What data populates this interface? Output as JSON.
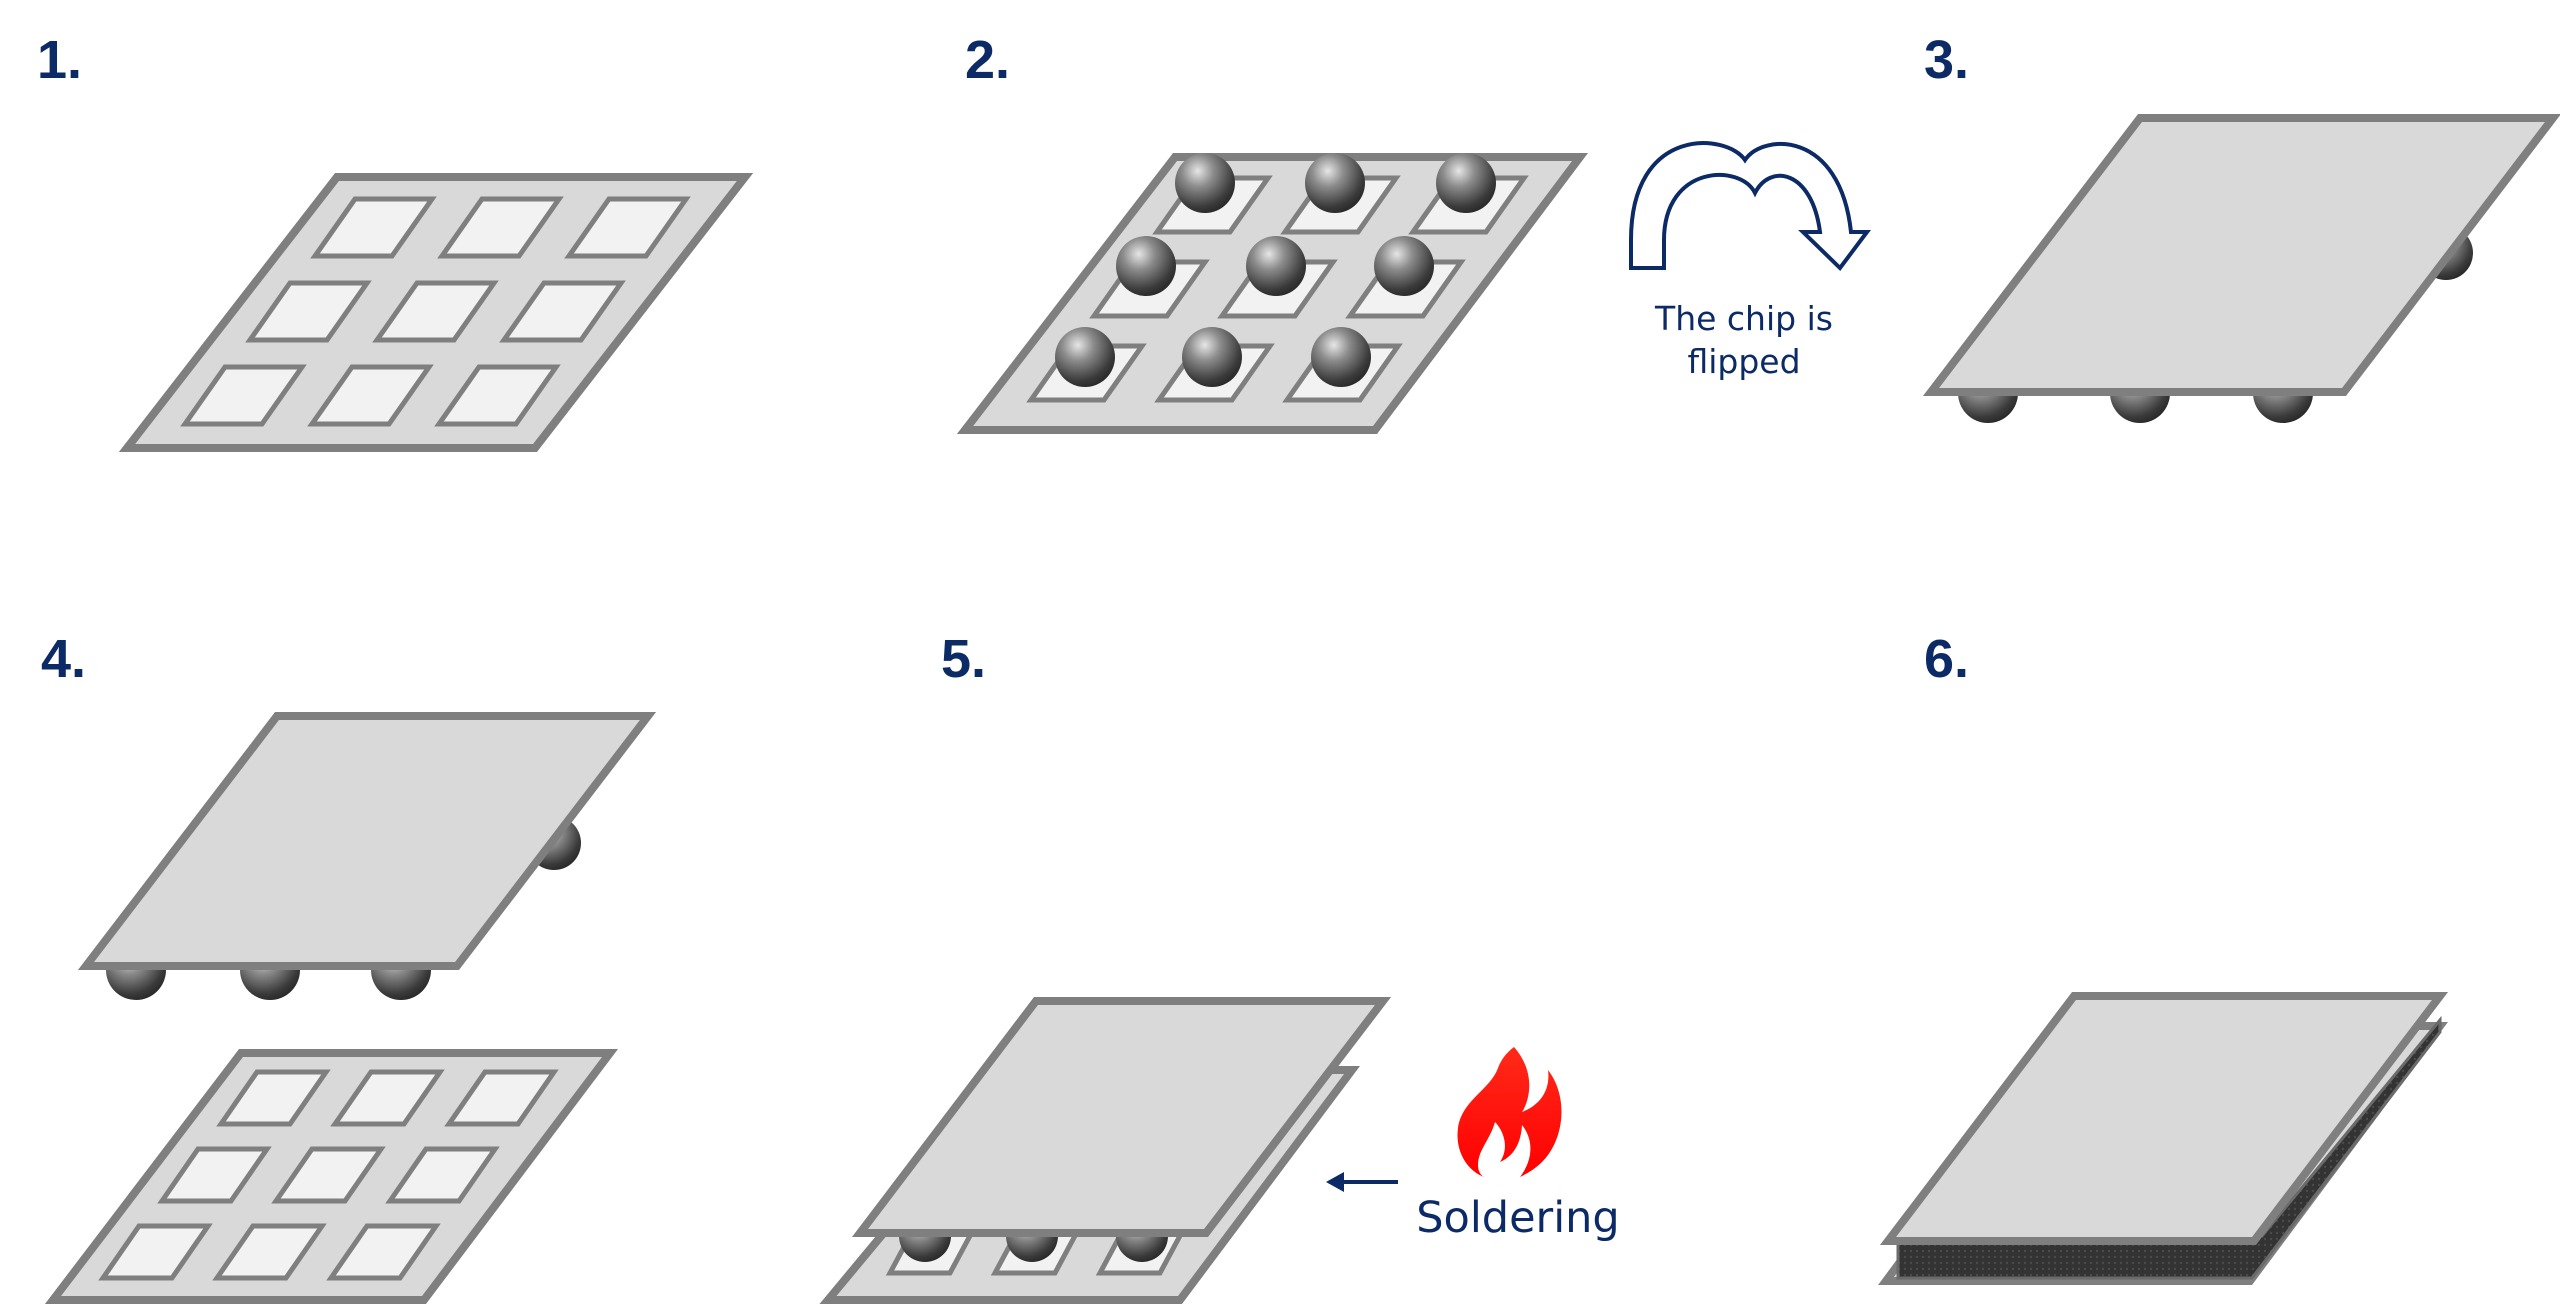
{
  "steps": {
    "s1": "1.",
    "s2": "2.",
    "s3": "3.",
    "s4": "4.",
    "s5": "5.",
    "s6": "6."
  },
  "flip_caption": {
    "line1": "The chip is",
    "line2": "flipped"
  },
  "soldering_label": "Soldering",
  "colors": {
    "text": "#0b2a66",
    "plate_fill": "#d9d9d9",
    "plate_stroke": "#7f7f7f",
    "pad_fill": "#f2f2f2",
    "flame": "#ff0000",
    "solder_layer": "#2d2d2d"
  },
  "icons": {
    "flip": "curved-flip-arrow-icon",
    "heat": "flame-icon",
    "direction": "left-arrow-icon"
  }
}
